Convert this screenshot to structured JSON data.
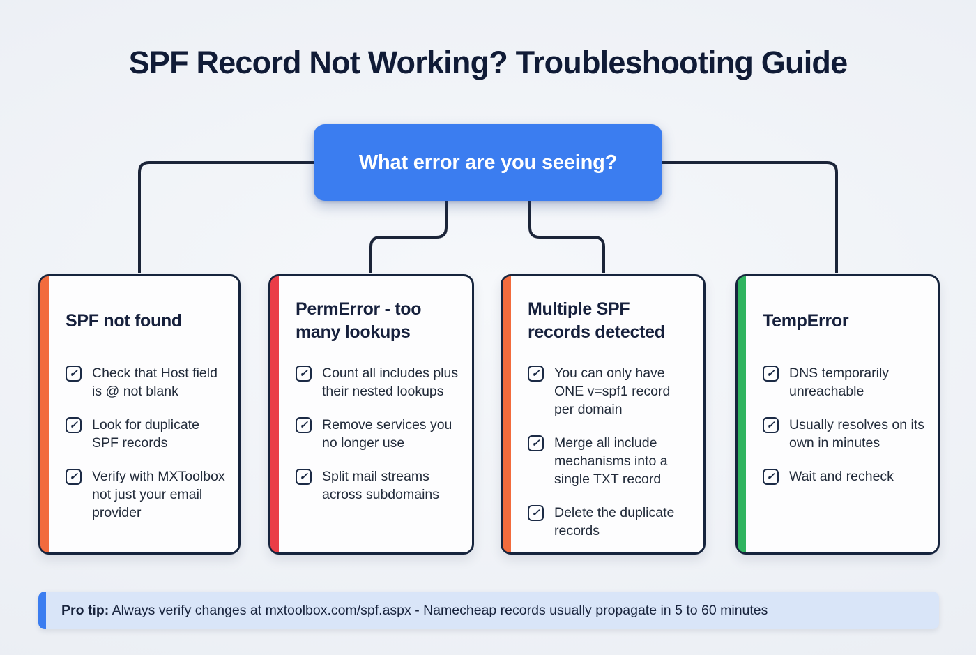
{
  "title": "SPF Record Not Working? Troubleshooting Guide",
  "root_question": "What error are you seeing?",
  "icons": {
    "check": "✓"
  },
  "colors": {
    "background": "#eef1f6",
    "root_box_blue": "#3b7df0",
    "connector_navy": "#1b2438",
    "card_border_navy": "#16243d",
    "accent_orange": "#f26b3d",
    "accent_red": "#ea3d47",
    "accent_green": "#2fb45f",
    "protip_bg": "#d9e5f8",
    "protip_bar_blue": "#3b7df0",
    "heading_navy": "#16203c"
  },
  "cards": [
    {
      "title": "SPF not found",
      "accent": "#f26b3d",
      "items": [
        "Check that Host field is @ not blank",
        "Look for duplicate SPF records",
        "Verify with MXToolbox not just your email provider"
      ]
    },
    {
      "title": "PermError - too many lookups",
      "accent": "#ea3d47",
      "items": [
        "Count all includes plus their nested lookups",
        "Remove services you no longer use",
        "Split mail streams across subdomains"
      ]
    },
    {
      "title": "Multiple SPF records detected",
      "accent": "#f26b3d",
      "items": [
        "You can only have ONE v=spf1 record per domain",
        "Merge all include mechanisms into a single TXT record",
        "Delete the duplicate records"
      ]
    },
    {
      "title": "TempError",
      "accent": "#2fb45f",
      "items": [
        "DNS temporarily unreachable",
        "Usually resolves on its own in minutes",
        "Wait and recheck"
      ]
    }
  ],
  "pro_tip": {
    "label": "Pro tip:",
    "text": "Always verify changes at mxtoolbox.com/spf.aspx - Namecheap records usually propagate in 5 to 60 minutes"
  }
}
